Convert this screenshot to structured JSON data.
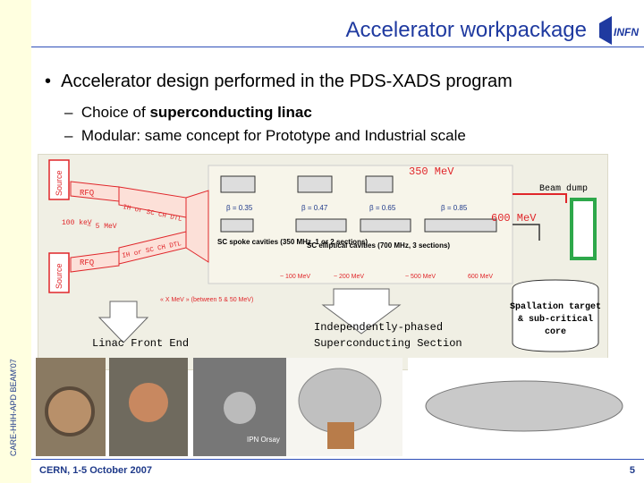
{
  "slide": {
    "title": "Accelerator workpackage",
    "side_label": "CARE-HHH-APD BEAM'07",
    "bullet": "Accelerator design performed in the PDS-XADS program",
    "sub_bullets": [
      {
        "prefix": "Choice of ",
        "bold": "superconducting linac",
        "rest": ""
      },
      {
        "prefix": "Modular: same concept for Prototype and Industrial scale",
        "bold": "",
        "rest": ""
      }
    ],
    "footer": "CERN, 1-5 October 2007",
    "page_number": "5",
    "logo_text": "INFN"
  },
  "diagram": {
    "source_label": "Source",
    "rfq_label": "RFQ",
    "dtl_label_top": "IH or SC CH DTL structure ?",
    "dtl_label_bottom": "IH or SC CH DTL structure ?",
    "energy_100kev": "100 keV",
    "energy_5mev": "~ 5 MeV",
    "energy_350": "350 MeV",
    "energy_600": "600 MeV",
    "beam_dump": "Beam dump",
    "betas": [
      "β = 0.35",
      "β = 0.47",
      "β = 0.65",
      "β = 0.85"
    ],
    "spoke_label": "SC spoke cavities (350 MHz, 1 or 2 sections)",
    "elliptical_label": "SC elliptical cavities (700 MHz, 3 sections)",
    "section_energies": [
      "~ 100 MeV",
      "~ 200 MeV",
      "~ 500 MeV",
      "600 MeV"
    ],
    "xmev": "« X MeV » (between 5 & 50 MeV)",
    "linac_front_end": "Linac Front End",
    "indep_line1": "Independently-phased",
    "indep_line2": "Superconducting Section",
    "spallation": [
      "Spallation target",
      "& sub-critical",
      "core"
    ]
  },
  "photos": {
    "caption": "IPN\nOrsay"
  },
  "colors": {
    "title_blue": "#1f3aa0",
    "red": "#e0262a",
    "green": "#2ea84a",
    "bg_yellow": "#ffffe0"
  }
}
